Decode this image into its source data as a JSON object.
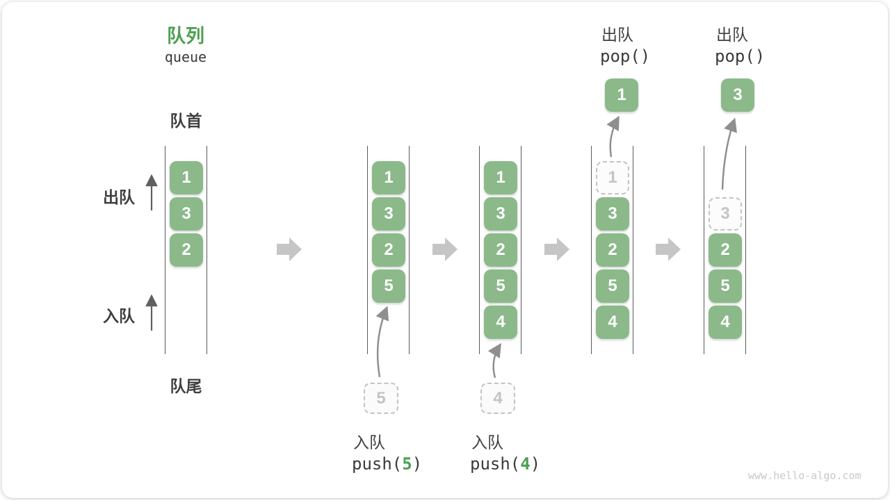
{
  "title": {
    "zh": "队列",
    "en": "queue"
  },
  "side_labels": {
    "front": "队首",
    "rear": "队尾",
    "dequeue": "出队",
    "enqueue": "入队"
  },
  "watermark": "www.hello-algo.com",
  "colors": {
    "cell_green": "#8bb98a",
    "accent_green": "#4ca050",
    "dark_text": "#3f3f3f",
    "lane_line": "#5a5a5a",
    "big_arrow": "#c5c5c5",
    "curve_arrow": "#8f8f8f",
    "dashed_gray": "#c3c3c3",
    "watermark_gray": "#c9c9c9"
  },
  "states": [
    {
      "name": "initial",
      "cells": [
        "1",
        "3",
        "2"
      ]
    },
    {
      "name": "after-push-5",
      "cells": [
        "1",
        "3",
        "2",
        "5"
      ],
      "pending": "5",
      "op_zh": "入队",
      "code_pre": "push(",
      "code_arg": "5",
      "code_post": ")"
    },
    {
      "name": "after-push-4",
      "cells": [
        "1",
        "3",
        "2",
        "5",
        "4"
      ],
      "pending": "4",
      "op_zh": "入队",
      "code_pre": "push(",
      "code_arg": "4",
      "code_post": ")"
    },
    {
      "name": "pop-1",
      "dashed": "1",
      "cells": [
        "3",
        "2",
        "5",
        "4"
      ],
      "popped": "1",
      "op_zh": "出队",
      "code": "pop()"
    },
    {
      "name": "pop-3",
      "dashed": "3",
      "cells": [
        "2",
        "5",
        "4"
      ],
      "popped": "3",
      "op_zh": "出队",
      "code": "pop()"
    }
  ]
}
